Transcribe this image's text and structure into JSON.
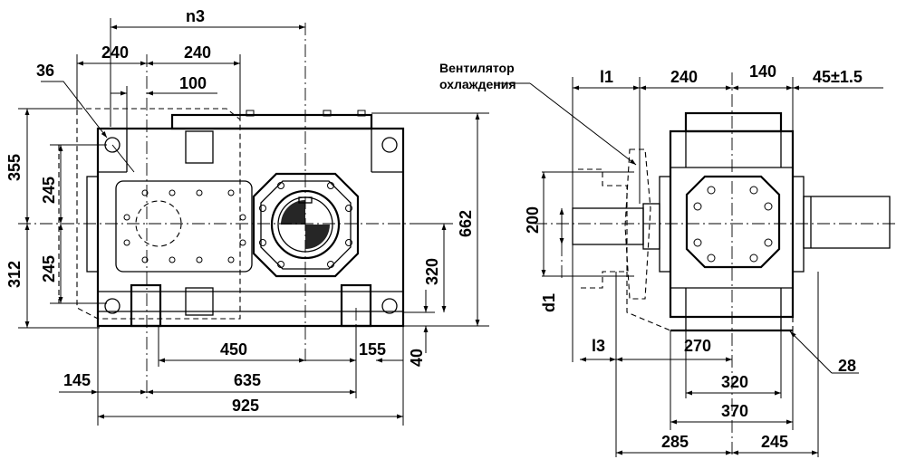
{
  "drawing_title": "",
  "fan_label": {
    "line1": "Вентилятор",
    "line2": "охлаждения"
  },
  "front_view": {
    "dims": {
      "n3": "n3",
      "w240_left": "240",
      "w240_right": "240",
      "w100": "100",
      "d36": "36",
      "h355": "355",
      "h245_top": "245",
      "h312": "312",
      "h245_bottom": "245",
      "h662": "662",
      "h320": "320",
      "h40": "40",
      "w450": "450",
      "w155": "155",
      "w145": "145",
      "w635": "635",
      "w925": "925"
    }
  },
  "side_view": {
    "dims": {
      "l1": "l1",
      "w240": "240",
      "w140": "140",
      "w45": "45±1.5",
      "h200": "200",
      "d1": "d1",
      "l3": "l3",
      "w270": "270",
      "w28": "28",
      "w320": "320",
      "w370": "370",
      "w285": "285",
      "w245": "245"
    }
  }
}
